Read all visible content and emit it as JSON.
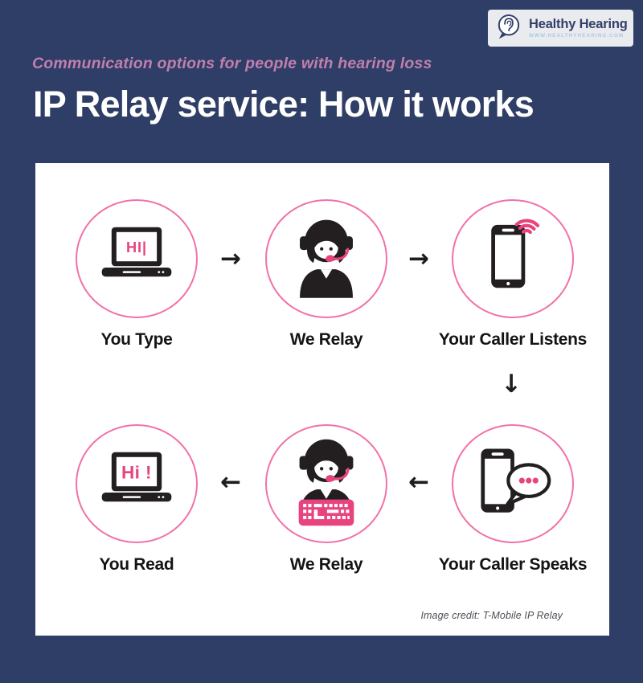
{
  "colors": {
    "background_navy": "#2f3e66",
    "magenta_accent": "#e8437f",
    "circle_outline_pink": "#f172a9",
    "icon_black": "#231f20",
    "subtitle_mauve": "#c07fae"
  },
  "logo": {
    "name": "Healthy Hearing",
    "url": "WWW.HEALTHYHEARING.COM"
  },
  "header": {
    "subtitle": "Communication options for people with hearing loss",
    "title": "IP Relay service: How it works"
  },
  "diagram": {
    "steps": [
      {
        "label": "You Type",
        "icon": "laptop-typing"
      },
      {
        "label": "We Relay",
        "icon": "operator-headset"
      },
      {
        "label": "Your Caller Listens",
        "icon": "phone-listening"
      },
      {
        "label": "You Read",
        "icon": "laptop-reading"
      },
      {
        "label": "We Relay",
        "icon": "operator-keyboard"
      },
      {
        "label": "Your Caller Speaks",
        "icon": "phone-speaking"
      }
    ],
    "laptop_typing_text": "HI|",
    "laptop_reading_text": "Hi !",
    "arrows": {
      "right": "→",
      "left": "←",
      "down": "↓"
    },
    "credit": "Image credit: T-Mobile IP Relay"
  }
}
